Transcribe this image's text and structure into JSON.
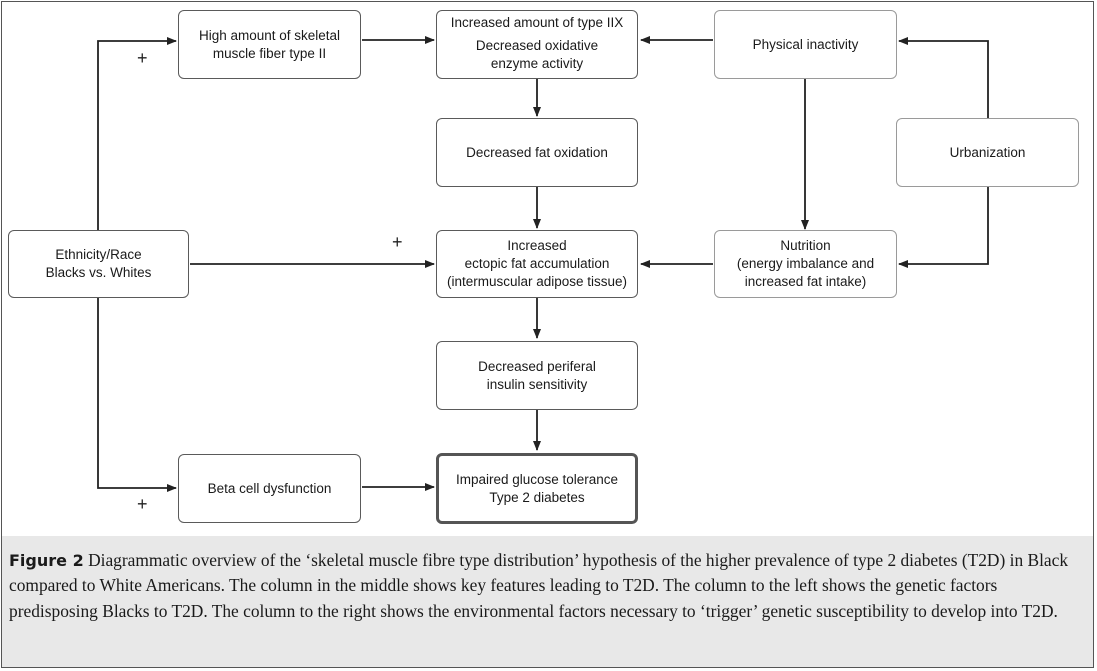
{
  "nodes": {
    "skeletal": [
      "High amount of skeletal",
      "muscle fiber type II"
    ],
    "typeiix": [
      "Increased amount of type IIX",
      "Decreased oxidative",
      "enzyme activity"
    ],
    "inactivity": [
      "Physical inactivity"
    ],
    "fat_oxidation": [
      "Decreased fat oxidation"
    ],
    "urbanization": [
      "Urbanization"
    ],
    "ethnicity": [
      "Ethnicity/Race",
      "Blacks vs. Whites"
    ],
    "ectopic": [
      "Increased",
      "ectopic fat accumulation",
      "(intermuscular adipose tissue)"
    ],
    "nutrition": [
      "Nutrition",
      "(energy imbalance and",
      "increased fat intake)"
    ],
    "insulin": [
      "Decreased periferal",
      "insulin sensitivity"
    ],
    "beta": [
      "Beta cell dysfunction"
    ],
    "glucose": [
      "Impaired glucose tolerance",
      "Type 2 diabetes"
    ]
  },
  "plus_sign": "+",
  "caption": {
    "label": "Figure 2",
    "text": "Diagrammatic overview of the ‘skeletal muscle fibre type distribution’ hypothesis of the higher prevalence of type 2 diabetes (T2D) in Black compared to White Americans. The column in the middle shows key features leading to T2D. The column to the left shows the genetic factors predisposing Blacks to T2D. The column to the right shows the environmental factors necessary to ‘trigger’ genetic susceptibility to develop into T2D."
  }
}
